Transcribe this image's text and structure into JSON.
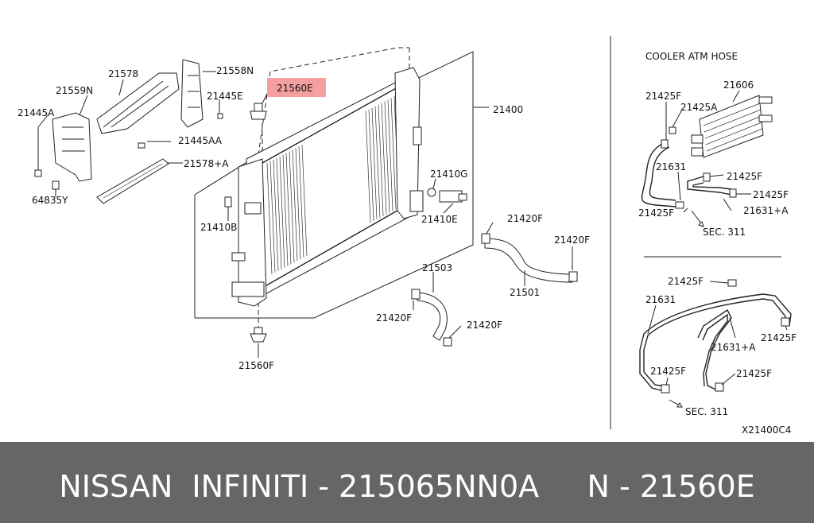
{
  "diagram": {
    "section_title": "COOLER ATM HOSE",
    "drawing_code": "X21400C4",
    "highlight_color": "#f4a0a0",
    "labels": {
      "p21578": "21578",
      "p21558N": "21558N",
      "p21560E": "21560E",
      "p21559N": "21559N",
      "p21445E": "21445E",
      "p21445A": "21445A",
      "p21445AA": "21445AA",
      "p21578A": "21578+A",
      "p64835Y": "64835Y",
      "p21400": "21400",
      "p21410G": "21410G",
      "p21410B": "21410B",
      "p21410E": "21410E",
      "p21420F_a": "21420F",
      "p21420F_b": "21420F",
      "p21420F_c": "21420F",
      "p21420F_d": "21420F",
      "p21501": "21501",
      "p21503": "21503",
      "p21560F": "21560F",
      "c21425F_a": "21425F",
      "c21425A": "21425A",
      "c21606": "21606",
      "c21631": "21631",
      "c21425F_b": "21425F",
      "c21425F_c": "21425F",
      "c21425F_d": "21425F",
      "c21631A": "21631+A",
      "sec311_a": "SEC. 311",
      "l21425F_a": "21425F",
      "l21631": "21631",
      "l21631A": "21631+A",
      "l21425F_b": "21425F",
      "l21425F_c": "21425F",
      "l21425F_d": "21425F",
      "sec311_b": "SEC. 311"
    }
  },
  "banner": {
    "text": "NISSAN  INFINITI - 215065NN0A     N - 21560E",
    "background": "#666666",
    "text_color": "#ffffff"
  }
}
